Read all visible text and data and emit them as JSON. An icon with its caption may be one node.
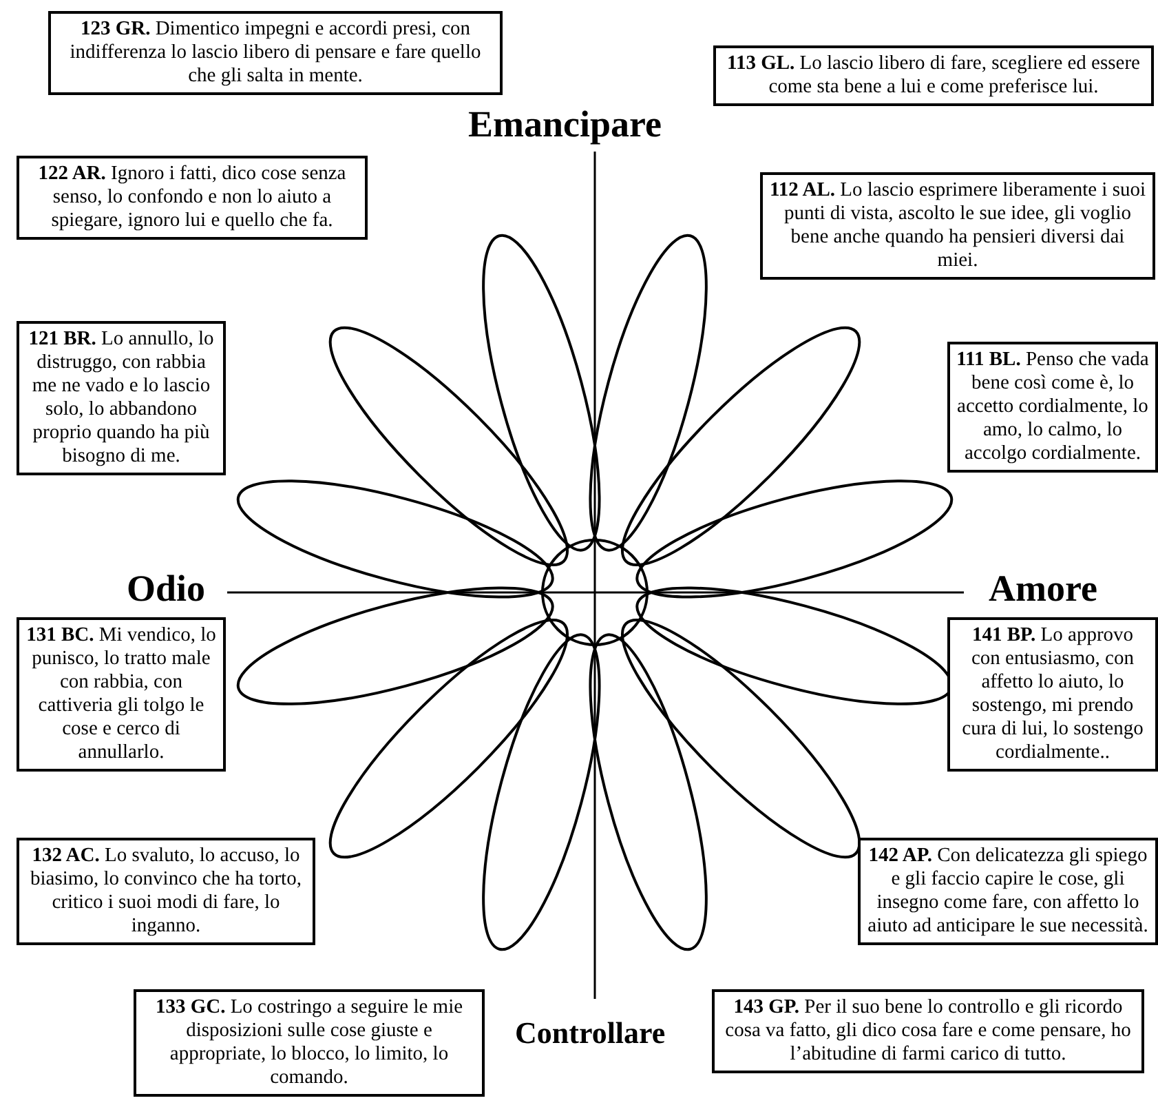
{
  "diagram": {
    "nodes": [
      {
        "text": [
          "**123 GR.** Dimentico impegni e accordi presi, con indifferenza lo lascio libero di pensare e fare quello che gli salta in mente."
        ]
      },
      {
        "text": [
          "**113 GL.** Lo lascio libero di fare, scegliere ed essere come sta bene a lui e come preferisce lui."
        ]
      },
      {
        "text": [
          "**122 AR.** Ignoro i fatti, dico cose senza senso, lo confondo e non lo aiuto a spiegare, ignoro lui e quello che fa."
        ]
      },
      {
        "text": [
          "**112 AL.** Lo lascio esprimere liberamente i suoi punti di vista, ascolto le sue idee, gli voglio bene anche quando ha pensieri diversi dai miei."
        ]
      },
      {
        "text": [
          "**121 BR.** Lo annullo, lo distruggo, con rabbia me ne vado e lo lascio solo, lo abbandono proprio quando ha più bisogno di me."
        ]
      },
      {
        "text": [
          "**111 BL.** Penso che vada bene così come è, lo accetto cordialmente, lo amo, lo calmo, lo accolgo cordialmente."
        ]
      },
      {
        "text": [
          "**131 BC.** Mi vendico, lo punisco, lo tratto male con rabbia, con cattiveria gli tolgo le cose e cerco di annullarlo."
        ]
      },
      {
        "text": [
          "**141 BP.** Lo approvo con entusiasmo, con affetto lo aiuto, lo sostengo, mi prendo cura di lui, lo sostengo cordialmente.."
        ]
      },
      {
        "text": [
          "**132 AC.** Lo svaluto, lo accuso, lo biasimo, lo convinco che ha torto, critico i suoi modi di fare, lo inganno."
        ]
      },
      {
        "text": [
          "**142 AP.** Con delicatezza gli spiego e gli faccio capire le cose, gli insegno come fare, con affetto lo aiuto ad anticipare le sue necessità."
        ]
      },
      {
        "text": [
          "**133 GC.** Lo costringo a seguire le mie disposizioni sulle cose giuste e appropriate, lo blocco, lo limito, lo comando."
        ]
      },
      {
        "text": [
          "**143 GP.** Per il suo bene lo controllo e gli ricordo cosa va fatto, gli dico cosa fare e come pensare, ho l’abitudine di farmi carico di tutto."
        ]
      }
    ],
    "labels": [
      "Emancipare",
      "Odio",
      "Amore",
      "Controllare"
    ]
  }
}
